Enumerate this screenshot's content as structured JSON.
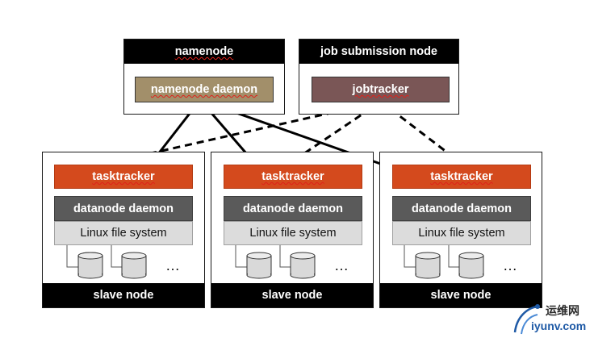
{
  "namenode": {
    "title": "namenode",
    "daemon_label": "namenode daemon"
  },
  "job_submission": {
    "title": "job submission node",
    "jobtracker_label": "jobtracker"
  },
  "slaves": [
    {
      "tasktracker": "tasktracker",
      "datanode": "datanode daemon",
      "fs": "Linux file system",
      "more": "…",
      "footer": "slave node"
    },
    {
      "tasktracker": "tasktracker",
      "datanode": "datanode daemon",
      "fs": "Linux file system",
      "more": "…",
      "footer": "slave node"
    },
    {
      "tasktracker": "tasktracker",
      "datanode": "datanode daemon",
      "fs": "Linux file system",
      "more": "…",
      "footer": "slave node"
    }
  ],
  "watermark": {
    "site_cn": "运维网",
    "domain": "iyunv.com"
  },
  "colors": {
    "namenode_daemon": "#a28f6a",
    "jobtracker": "#7a5656",
    "tasktracker": "#d44a1d",
    "datanode": "#5a5a5a",
    "filesystem": "#dcdcdc",
    "bar": "#000000"
  }
}
